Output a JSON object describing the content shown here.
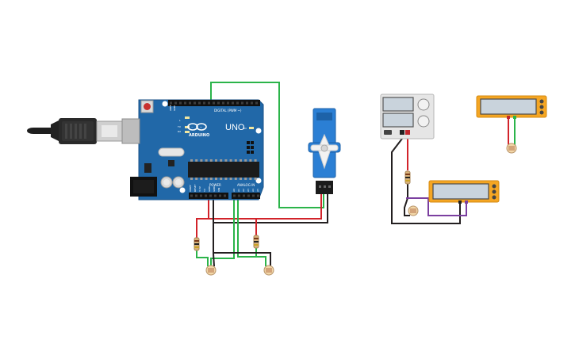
{
  "board": {
    "model_label": "UNO",
    "brand_label": "ARDUINO",
    "digital_label": "DIGITAL (PWM ~)",
    "power_label": "POWER",
    "analog_label": "ANALOG IN",
    "tx_label": "TX",
    "rx_label": "RX",
    "l_label": "L",
    "on_label": "ON",
    "aref_label": "AREF",
    "gnd_label": "GND",
    "ioref_label": "IOREF",
    "reset_label": "RESET",
    "v33_label": "3.3V",
    "v5_label": "5V",
    "vin_label": "VIN",
    "a0_label": "A0",
    "a1_label": "A1",
    "a2_label": "A2",
    "a3_label": "A3",
    "a4_label": "A4",
    "a5_label": "A5"
  },
  "colors": {
    "board": "#2168a8",
    "board_edge": "#1a5287",
    "wire_green": "#2bb44a",
    "wire_red": "#d2232a",
    "wire_black": "#231f20",
    "wire_purple": "#7b3fa0",
    "servo": "#2b7fd4",
    "meter": "#f5a623",
    "supply": "#e6e6e6",
    "screen": "#c9d3dc"
  },
  "icons": {
    "usb_plug": "usb-cable-icon",
    "power_jack": "dc-jack-icon",
    "reset": "reset-button-icon",
    "chip": "atmega-chip-icon",
    "servo": "servo-motor-icon",
    "photoresistor": "photoresistor-icon",
    "resistor": "resistor-icon",
    "multimeter": "multimeter-icon",
    "power_supply": "power-supply-icon"
  }
}
